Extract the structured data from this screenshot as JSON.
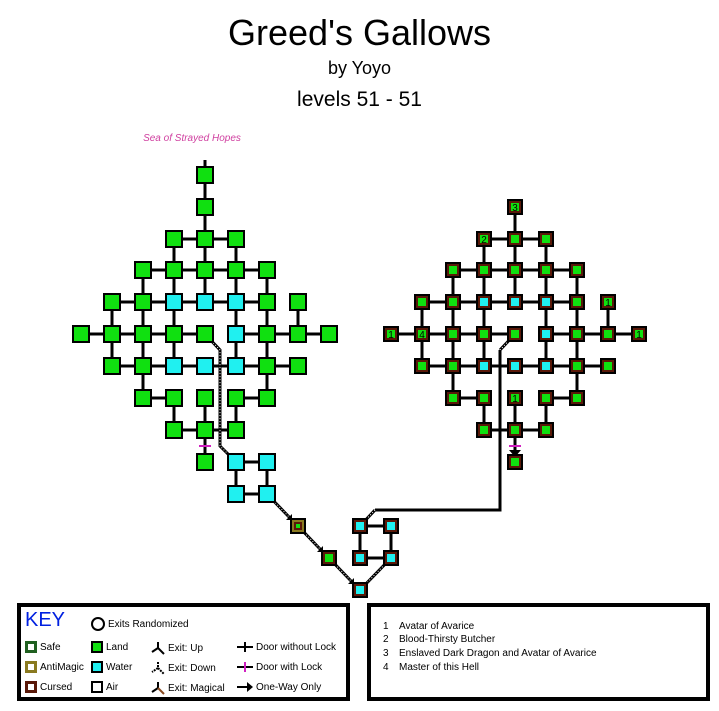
{
  "header": {
    "title": "Greed's Gallows",
    "author": "by Yoyo",
    "levels": "levels 51 - 51"
  },
  "exits": {
    "north": "Sea of Strayed Hopes"
  },
  "room_labels": {
    "r3": "3",
    "r2": "2",
    "r1a": "1",
    "r1b": "1",
    "r4": "4",
    "r1c": "1",
    "r1d": "1"
  },
  "key": {
    "title": "KEY",
    "exits_randomized": "Exits Randomized",
    "safe": "Safe",
    "antimagic": "AntiMagic",
    "cursed": "Cursed",
    "land": "Land",
    "water": "Water",
    "air": "Air",
    "exit_up": "Exit: Up",
    "exit_down": "Exit: Down",
    "exit_magical": "Exit: Magical",
    "door_no_lock": "Door without Lock",
    "door_lock": "Door with Lock",
    "one_way": "One-Way Only"
  },
  "legend": [
    {
      "num": "1",
      "name": "Avatar of Avarice"
    },
    {
      "num": "2",
      "name": "Blood-Thirsty Butcher"
    },
    {
      "num": "3",
      "name": "Enslaved Dark Dragon and Avatar of Avarice"
    },
    {
      "num": "4",
      "name": "Master of this Hell"
    }
  ],
  "colors": {
    "land": "#10e010",
    "water": "#20f0f0",
    "cursed": "#5a1808",
    "antimagic": "#8a7a20",
    "safe": "#206020",
    "lock": "#d020c0",
    "magical": "#8a4a20"
  }
}
